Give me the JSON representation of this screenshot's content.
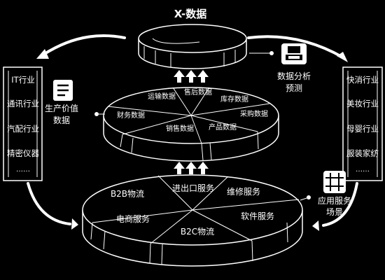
{
  "title": "X-数据",
  "left_industries": [
    "IT行业",
    "通讯行业",
    "汽配行业",
    "精密仪器",
    "……"
  ],
  "right_industries": [
    "快消行业",
    "美妆行业",
    "母婴行业",
    "服装家纺",
    "……"
  ],
  "middle_labels": {
    "side_line1": "生产价值",
    "side_line2": "数据",
    "segments": [
      "运输数据",
      "售后数据",
      "库存数据",
      "采购数据",
      "产品数据",
      "销售数据",
      "财务数据"
    ]
  },
  "bottom_labels": {
    "side_line1": "应用服务",
    "side_line2": "场景",
    "segments": [
      "进出口服务",
      "维修服务",
      "软件服务",
      "B2C物流",
      "电商服务",
      "B2B物流"
    ]
  },
  "top_side": {
    "line1": "数据分析",
    "line2": "预测"
  },
  "icons": {
    "document": "document-icon",
    "printer": "printer-icon",
    "grid": "grid-icon",
    "arrow": "up-arrow-icon"
  }
}
